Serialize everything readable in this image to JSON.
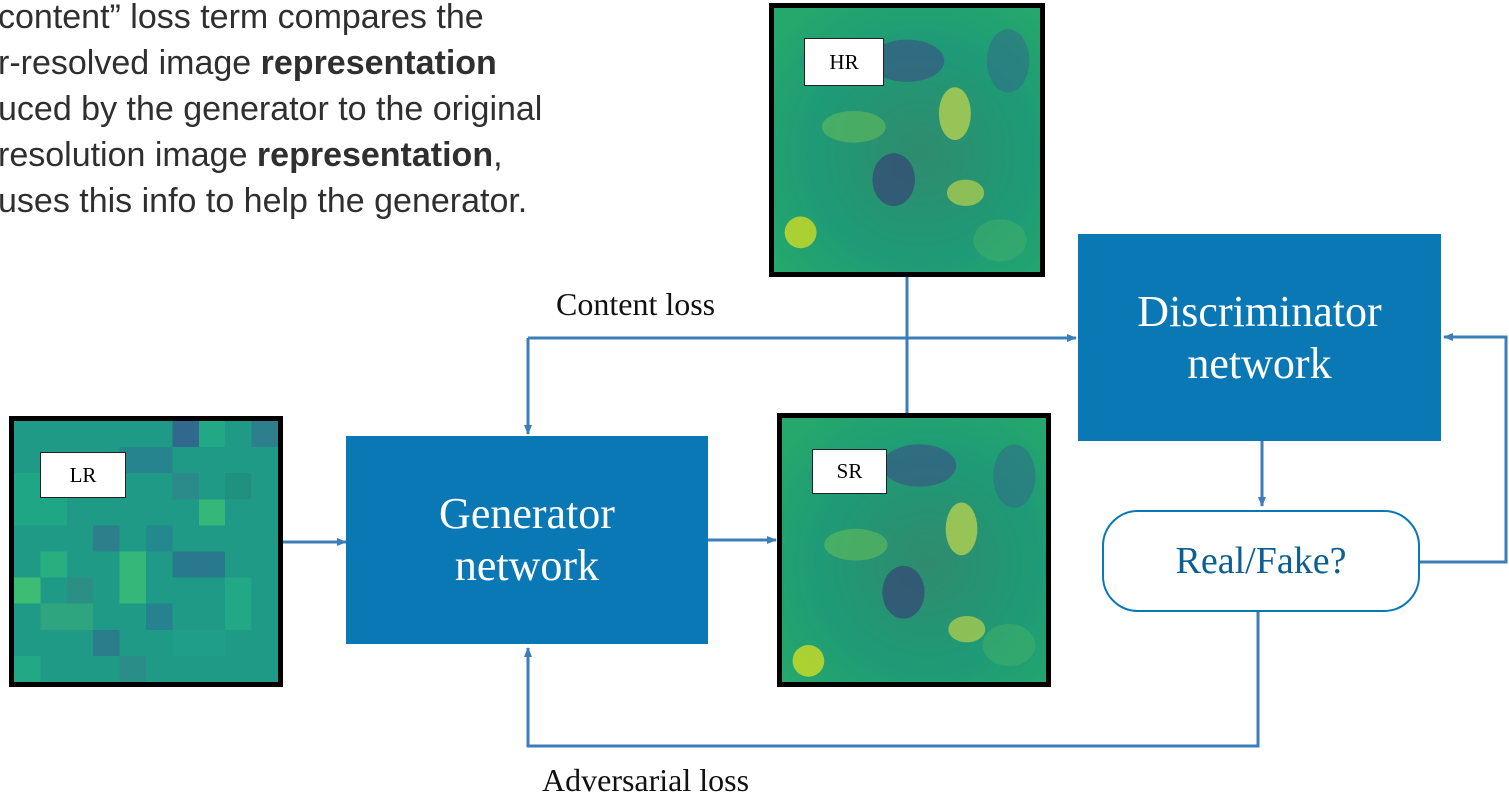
{
  "caption": {
    "line1": "content” loss term compares the",
    "line2_pre": "r-resolved image ",
    "line2_bold": "representation",
    "line3": "uced by the generator to the original",
    "line4_pre": "resolution image ",
    "line4_bold": "representation",
    "line4_post": ",",
    "line5": "uses this info to help the generator."
  },
  "images": {
    "hr_tag": "HR",
    "lr_tag": "LR",
    "sr_tag": "SR"
  },
  "blocks": {
    "generator_line1": "Generator",
    "generator_line2": "network",
    "discriminator_line1": "Discriminator",
    "discriminator_line2": "network"
  },
  "decision": "Real/Fake?",
  "labels": {
    "content_loss": "Content loss",
    "adversarial_loss": "Adversarial loss"
  },
  "colors": {
    "block_fill": "#0b78b6",
    "arrow": "#3c7fb8",
    "heatmap_low": "#3b2f78",
    "heatmap_mid": "#1fa187",
    "heatmap_high": "#e5e419"
  }
}
